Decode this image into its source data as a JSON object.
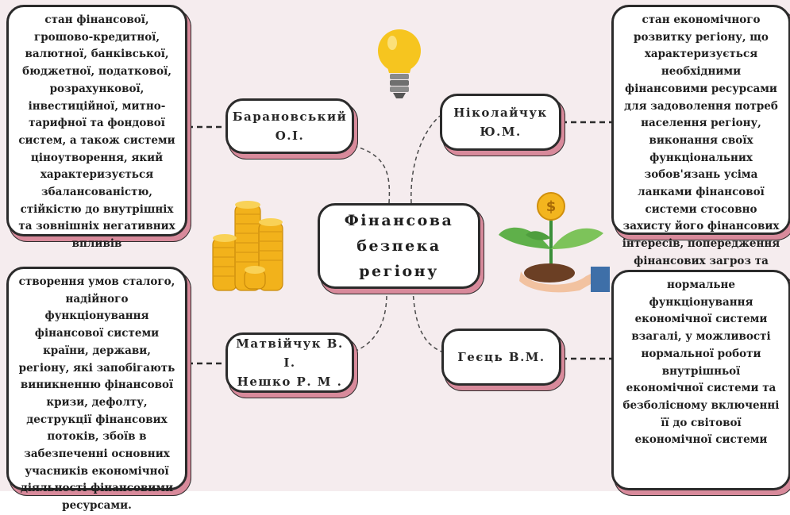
{
  "center": {
    "title": "Фінансова\nбезпека регіону"
  },
  "definitions": [
    {
      "author": "Барановський\nО.І.",
      "text": "стан фінансової, грошово-кредитної, валютної, банківської, бюджетної, податкової, розрахункової, інвестиційної, митно-тарифної та фондової систем, а також системи ціноутворення, який характеризується збалансованістю, стійкістю до внутрішніх та зовнішніх негативних впливів"
    },
    {
      "author": "Ніколайчук\nЮ.М.",
      "text": "стан економічного розвитку регіону, що характеризується необхідними фінансовими ресурсами для задоволення потреб населення регіону, виконання своїх функціональних зобов'язань усіма ланками фінансової системи стосовно захисту його фінансових інтересів, попередження фінансових загроз та небезпек"
    },
    {
      "author": "Матвійчук В. І.\nНешко Р. М .",
      "text": "створення умов сталого, надійного функціонування фінансової системи країни, держави, регіону, які запобігають виникненню фінансової кризи, дефолту, деструкції фінансових потоків, збоїв в забезпеченні основних учасників економічної діяльності фінансовими ресурсами."
    },
    {
      "author": "Геєць В.М.",
      "text": "нормальне функціонування економічної системи взагалі, у можливості нормальної роботи внутрішньої економічної системи та безболісному включенні її до світової економічної системи"
    }
  ],
  "icons": [
    "light-bulb-icon",
    "coin-stacks-icon",
    "money-plant-hand-icon"
  ],
  "colors": {
    "background": "#f5ecee",
    "shadow": "#d88a9b",
    "border": "#2b2b2b"
  }
}
